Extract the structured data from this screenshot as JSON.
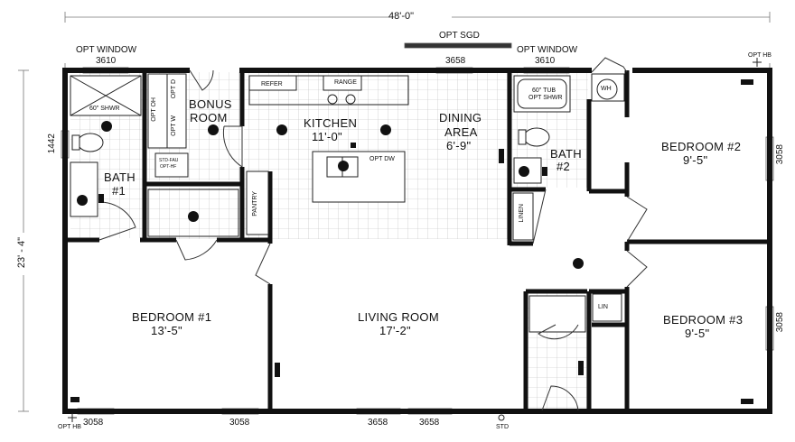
{
  "dimensions": {
    "width": "48'-0\"",
    "depth": "23' - 4\"",
    "side_window": "1442"
  },
  "rooms": {
    "kitchen": {
      "name": "KITCHEN",
      "size": "11'-0\""
    },
    "dining": {
      "name": "DINING",
      "name2": "AREA",
      "size": "6'-9\""
    },
    "bonus": {
      "name": "BONUS",
      "name2": "ROOM"
    },
    "bath1": {
      "name": "BATH",
      "number": "#1"
    },
    "bath2": {
      "name": "BATH",
      "number": "#2"
    },
    "bedroom1": {
      "name": "BEDROOM #1",
      "size": "13'-5\""
    },
    "bedroom2": {
      "name": "BEDROOM #2",
      "size": "9'-5\""
    },
    "bedroom3": {
      "name": "BEDROOM #3",
      "size": "9'-5\""
    },
    "living": {
      "name": "LIVING ROOM",
      "size": "17'-2\""
    }
  },
  "fixtures": {
    "refer": "REFER",
    "range": "RANGE",
    "opt_dw": "OPT DW",
    "pantry": "PANTRY",
    "linen": "LINEN",
    "lin": "LIN",
    "wh": "WH",
    "opt_oh": "OPT OH",
    "opt_d": "OPT D",
    "opt_w": "OPT W",
    "shower1": "60\" SHWR",
    "tub2_a": "60\" TUB",
    "tub2_b": "OPT SHWR",
    "faucet_a": "STD-FAU",
    "faucet_b": "OPT-HF"
  },
  "windows": {
    "opt_window_left": "OPT WINDOW",
    "opt_window_left_size": "3610",
    "opt_sgd": "OPT SGD",
    "front_top": "3658",
    "opt_window_right": "OPT WINDOW",
    "opt_window_right_size": "3610",
    "opt_hb": "OPT HB",
    "bed2_side": "3058",
    "bed3_side": "3058",
    "bottom_1": "3058",
    "bottom_2": "3058",
    "bottom_3": "3658",
    "bottom_4": "3658",
    "std": "STD"
  }
}
